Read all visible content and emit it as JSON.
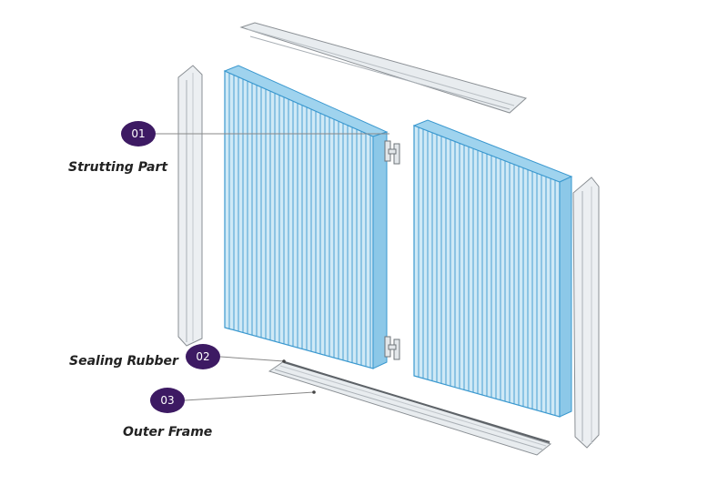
{
  "colors": {
    "accent": "#3d1a63",
    "panel_fill": "#cfe9f6",
    "panel_line": "#3a98cf",
    "frame_fill": "#e8ecef",
    "frame_line": "#8a8f94"
  },
  "callouts": [
    {
      "number": "01",
      "label": "Strutting Part"
    },
    {
      "number": "02",
      "label": "Sealing Rubber"
    },
    {
      "number": "03",
      "label": "Outer Frame"
    }
  ]
}
